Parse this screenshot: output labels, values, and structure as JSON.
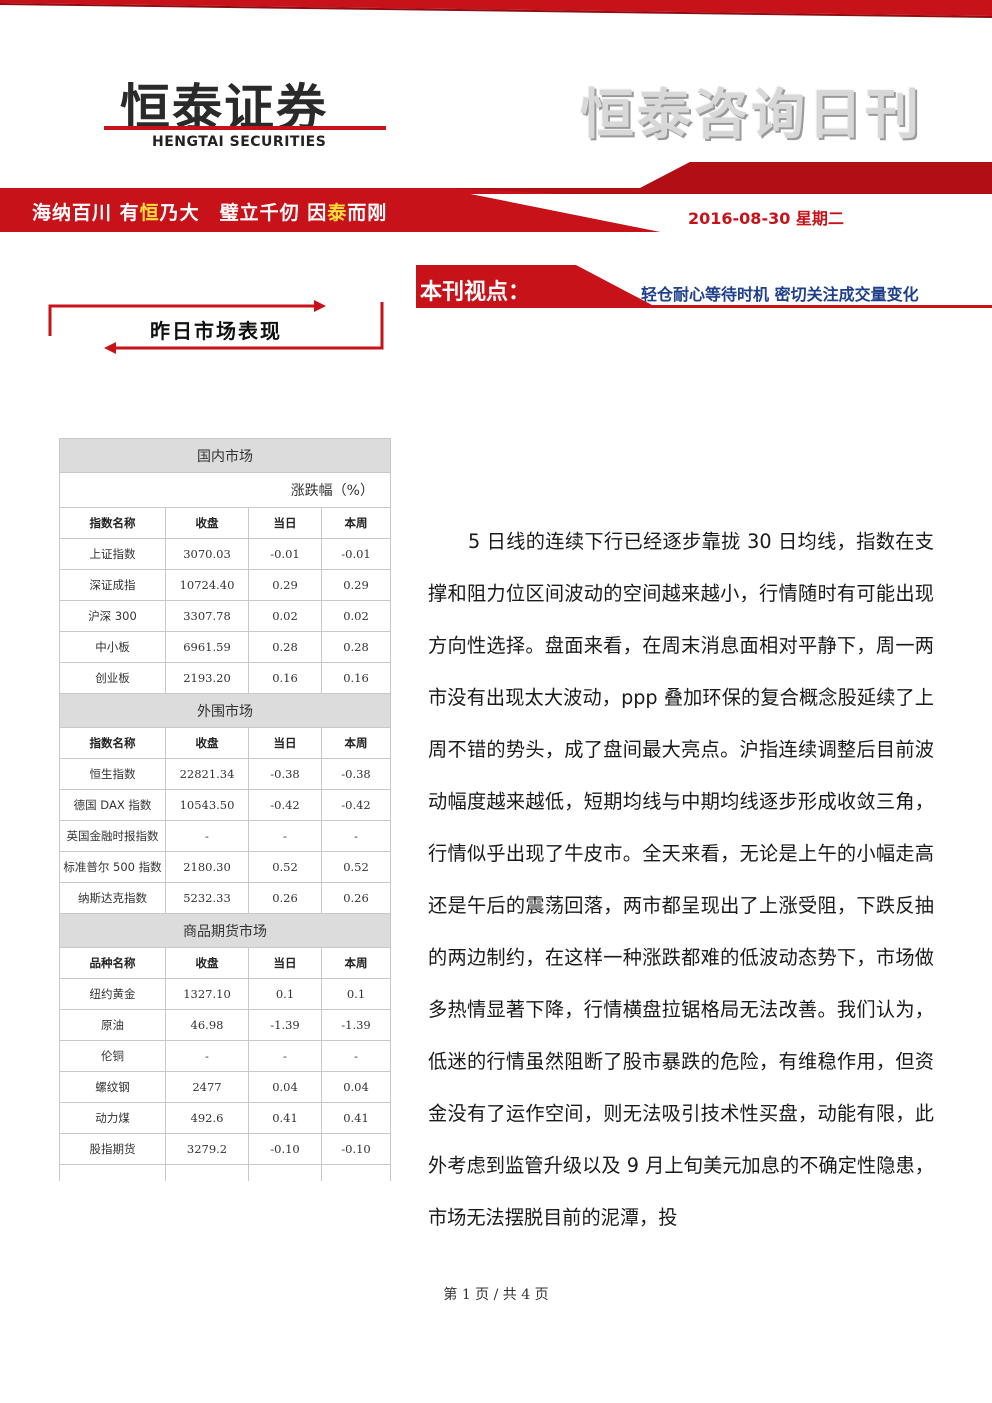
{
  "header": {
    "logo_cn": "恒泰证券",
    "logo_en": "HENGTAI SECURITIES",
    "publication_title": "恒泰咨询日刊",
    "slogan": {
      "part1": "海纳百川 有",
      "hl1": "恒",
      "part2": "乃大　璧立千仞 因",
      "hl2": "泰",
      "part3": "而刚"
    },
    "date": "2016-08-30 星期二"
  },
  "viewpoint": {
    "label": "本刊视点：",
    "text": "轻仓耐心等待时机 密切关注成交量变化"
  },
  "section_title": "昨日市场表现",
  "domestic": {
    "title": "国内市场",
    "unit": "涨跌幅（%）",
    "headers": [
      "指数名称",
      "收盘",
      "当日",
      "本周"
    ],
    "rows": [
      [
        "上证指数",
        "3070.03",
        "-0.01",
        "-0.01"
      ],
      [
        "深证成指",
        "10724.40",
        "0.29",
        "0.29"
      ],
      [
        "沪深 300",
        "3307.78",
        "0.02",
        "0.02"
      ],
      [
        "中小板",
        "6961.59",
        "0.28",
        "0.28"
      ],
      [
        "创业板",
        "2193.20",
        "0.16",
        "0.16"
      ]
    ]
  },
  "foreign": {
    "title": "外围市场",
    "headers": [
      "指数名称",
      "收盘",
      "当日",
      "本周"
    ],
    "rows": [
      [
        "恒生指数",
        "22821.34",
        "-0.38",
        "-0.38"
      ],
      [
        "德国 DAX 指数",
        "10543.50",
        "-0.42",
        "-0.42"
      ],
      [
        "英国金融时报指数",
        "-",
        "-",
        "-"
      ],
      [
        "标准普尔 500 指数",
        "2180.30",
        "0.52",
        "0.52"
      ],
      [
        "纳斯达克指数",
        "5232.33",
        "0.26",
        "0.26"
      ]
    ]
  },
  "futures": {
    "title": "商品期货市场",
    "headers": [
      "品种名称",
      "收盘",
      "当日",
      "本周"
    ],
    "rows": [
      [
        "纽约黄金",
        "1327.10",
        "0.1",
        "0.1"
      ],
      [
        "原油",
        "46.98",
        "-1.39",
        "-1.39"
      ],
      [
        "伦铜",
        "-",
        "-",
        "-"
      ],
      [
        "螺纹钢",
        "2477",
        "0.04",
        "0.04"
      ],
      [
        "动力煤",
        "492.6",
        "0.41",
        "0.41"
      ],
      [
        "股指期货",
        "3279.2",
        "-0.10",
        "-0.10"
      ]
    ]
  },
  "body_text": "5 日线的连续下行已经逐步靠拢 30 日均线，指数在支撑和阻力位区间波动的空间越来越小，行情随时有可能出现方向性选择。盘面来看，在周末消息面相对平静下，周一两市没有出现太大波动，ppp 叠加环保的复合概念股延续了上周不错的势头，成了盘间最大亮点。沪指连续调整后目前波动幅度越来越低，短期均线与中期均线逐步形成收敛三角，行情似乎出现了牛皮市。全天来看，无论是上午的小幅走高还是午后的震荡回落，两市都呈现出了上涨受阻，下跌反抽的两边制约，在这样一种涨跌都难的低波动态势下，市场做多热情显著下降，行情横盘拉锯格局无法改善。我们认为，低迷的行情虽然阻断了股市暴跌的危险，有维稳作用，但资金没有了运作空间，则无法吸引技术性买盘，动能有限，此外考虑到监管升级以及 9 月上旬美元加息的不确定性隐患，市场无法摆脱目前的泥潭，投",
  "footer": "第 1 页 / 共 4 页",
  "colors": {
    "brand_red": "#c8121a",
    "dark_red": "#8e0c12",
    "highlight_yellow": "#ffdf3a",
    "viewpoint_blue": "#1e3f8a"
  }
}
